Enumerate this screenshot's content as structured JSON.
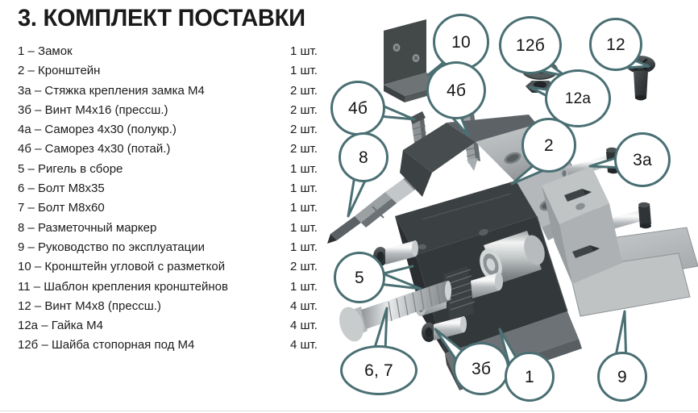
{
  "document": {
    "title": "3. КОМПЛЕКТ ПОСТАВКИ",
    "language": "ru",
    "unit_label": "шт."
  },
  "parts_list": [
    {
      "index": "1",
      "label": "1 – Замок",
      "qty": "1 шт."
    },
    {
      "index": "2",
      "label": "2 – Кронштейн",
      "qty": "1 шт."
    },
    {
      "index": "3а",
      "label": "3а – Стяжка крепления замка М4",
      "qty": "2 шт."
    },
    {
      "index": "3б",
      "label": "3б – Винт М4х16 (прессш.)",
      "qty": "2 шт."
    },
    {
      "index": "4а",
      "label": "4а – Саморез 4х30 (полукр.)",
      "qty": "2 шт."
    },
    {
      "index": "4б",
      "label": "4б – Саморез 4х30 (потай.)",
      "qty": "2 шт."
    },
    {
      "index": "5",
      "label": "5 – Ригель в сборе",
      "qty": "1 шт."
    },
    {
      "index": "6",
      "label": "6 – Болт М8х35",
      "qty": "1 шт."
    },
    {
      "index": "7",
      "label": "7 – Болт М8х60",
      "qty": "1 шт."
    },
    {
      "index": "8",
      "label": "8 – Разметочный маркер",
      "qty": "1 шт."
    },
    {
      "index": "9",
      "label": "9 – Руководство по эксплуатации",
      "qty": "1 шт."
    },
    {
      "index": "10",
      "label": "10 – Кронштейн угловой с разметкой",
      "qty": "2 шт."
    },
    {
      "index": "11",
      "label": "11 – Шаблон крепления кронштейнов",
      "qty": "1 шт."
    },
    {
      "index": "12",
      "label": "12 – Винт М4х8 (прессш.)",
      "qty": "4 шт."
    },
    {
      "index": "12а",
      "label": "12а – Гайка М4",
      "qty": "4 шт."
    },
    {
      "index": "12б",
      "label": "12б – Шайба стопорная под М4",
      "qty": "4 шт."
    }
  ],
  "diagram": {
    "kind": "exploded-assembly-drawing",
    "description": "Изометрический разнесённый вид комплекта замка",
    "callouts": [
      {
        "id": "callout-10",
        "text": "10"
      },
      {
        "id": "callout-12b",
        "text": "12б"
      },
      {
        "id": "callout-12",
        "text": "12"
      },
      {
        "id": "callout-12a",
        "text": "12а"
      },
      {
        "id": "callout-4b-left",
        "text": "4б"
      },
      {
        "id": "callout-4b-right",
        "text": "4б"
      },
      {
        "id": "callout-8",
        "text": "8"
      },
      {
        "id": "callout-2",
        "text": "2"
      },
      {
        "id": "callout-3a",
        "text": "3а"
      },
      {
        "id": "callout-5",
        "text": "5"
      },
      {
        "id": "callout-6-7",
        "text": "6, 7"
      },
      {
        "id": "callout-3b",
        "text": "3б"
      },
      {
        "id": "callout-1",
        "text": "1"
      },
      {
        "id": "callout-9",
        "text": "9"
      }
    ]
  },
  "colors": {
    "callout_stroke": "#4a6f73",
    "callout_fill": "#ffffff",
    "title_text": "#1a1a1a",
    "body_text": "#1b1b1b",
    "metal_light": "#b9bcbd",
    "metal_mid": "#9b9fa1",
    "metal_dark": "#3f4446",
    "metal_darkest": "#2b2f31"
  }
}
